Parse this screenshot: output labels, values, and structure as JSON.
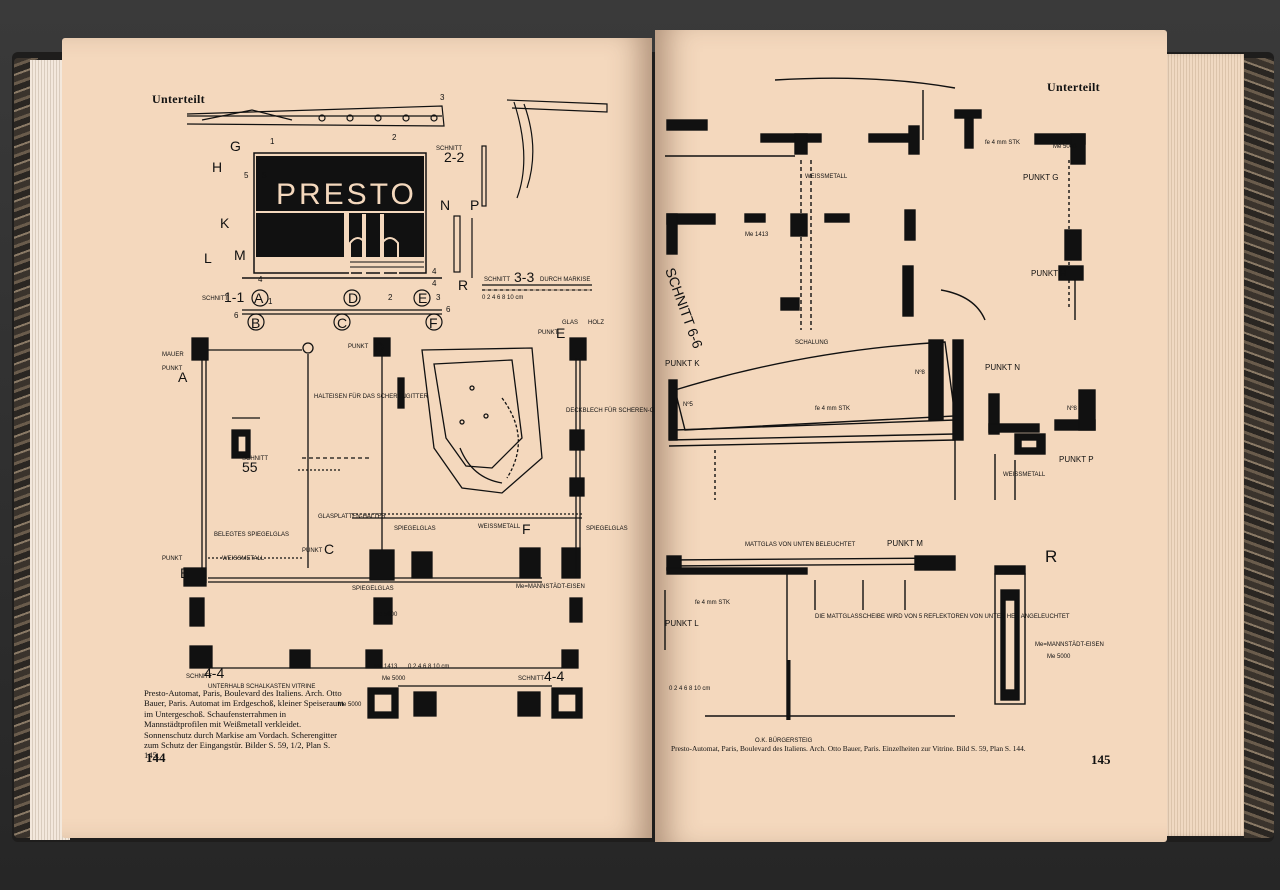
{
  "left_page": {
    "running_head": "Unterteilt",
    "page_number": "144",
    "caption": "Presto-Automat, Paris, Boulevard des Italiens. Arch. Otto Bauer, Paris. Automat im Erdgeschoß, kleiner Speiseraum im Untergeschoß. Schaufensterrahmen in Mannstädtprofilen mit Weißmetall verkleidet. Sonnenschutz durch Markise am Vordach. Scherengitter zum Schutz der Eingangstür. Bilder S. 59, 1/2, Plan S. 145.",
    "sign_text": "PRESTO",
    "labels": {
      "n1": "1",
      "n2": "2",
      "n3": "3",
      "n4": "4",
      "n5": "5",
      "n6": "6",
      "G": "G",
      "H": "H",
      "K": "K",
      "L": "L",
      "M": "M",
      "N": "N",
      "P": "P",
      "R": "R",
      "A": "A",
      "B": "B",
      "C": "C",
      "D": "D",
      "E": "E",
      "F": "F",
      "schnitt": "SCHNITT",
      "s11": "1-1",
      "s22": "2-2",
      "s33": "3-3",
      "s44": "4-4",
      "s55": "55",
      "durch_markise": "DURCH MARKISE",
      "punkt": "PUNKT",
      "halteisen": "HALTEISEN FÜR DAS SCHERENGITTER",
      "deckblech": "DECKBLECH FÜR SCHEREN-GITTER",
      "glasplatten": "GLASPLATTEN-HALTER",
      "spiegelglas": "SPIEGELGLAS",
      "weissmetall": "WEISSMETALL",
      "belegtes": "BELEGTES SPIEGELGLAS",
      "unterhalb": "UNTERHALB SCHALKASTEN VITRINE",
      "glas": "GLAS",
      "holz": "HOLZ",
      "mauer": "MAUER",
      "me5000": "Me 5000",
      "me1413": "Me 1413",
      "mannst": "Me=MANNSTÄDT-EISEN",
      "scale": "0 2 4 6 8 10 cm"
    }
  },
  "right_page": {
    "running_head": "Unterteilt",
    "page_number": "145",
    "caption": "Presto-Automat, Paris, Boulevard des Italiens. Arch. Otto Bauer, Paris. Einzelheiten zur Vitrine. Bild S. 59, Plan S. 144.",
    "labels": {
      "schnitt66": "SCHNITT 6-6",
      "punktK": "PUNKT K",
      "punktN": "PUNKT N",
      "punktG": "PUNKT G",
      "punktH": "PUNKT H",
      "punktM": "PUNKT M",
      "punktL": "PUNKT L",
      "punktP": "PUNKT P",
      "R": "R",
      "schallung": "SCHALUNG",
      "weissmetall": "WEISSMETALL",
      "mattglas": "MATTGLAS VON UNTEN BELEUCHTET",
      "note": "DIE MATTGLASSCHEIBE WIRD VON 5 REFLEKTOREN VON UNTEN HER ANGELEUCHTET",
      "ok": "O.K. BÜRGERSTEIG",
      "scale": "0 2 4 6 8 10 cm",
      "me1413": "Me 1413",
      "me5000": "Me 5000",
      "mannst": "Me=MANNSTÄDT-EISEN",
      "stk": "fe 4 mm STK",
      "n8": "Nº8",
      "n5": "Nº5"
    }
  }
}
